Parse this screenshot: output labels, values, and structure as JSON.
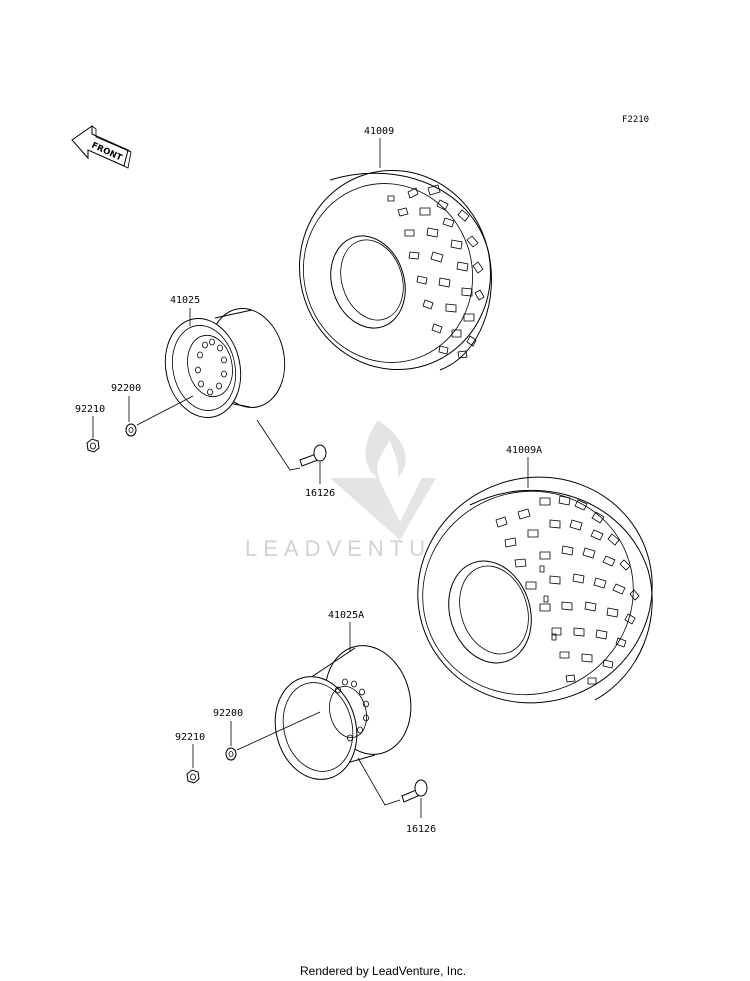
{
  "diagram": {
    "ref_code": "F2210",
    "front_label": "FRONT",
    "watermark": "LEADVENTURE",
    "footer": "Rendered by LeadVenture, Inc.",
    "parts": {
      "tire_front": "41009",
      "tire_rear": "41009A",
      "wheel_front": "41025",
      "wheel_rear": "41025A",
      "washer_front": "92200",
      "washer_rear": "92200",
      "nut_front": "92210",
      "nut_rear": "92210",
      "valve_front": "16126",
      "valve_rear": "16126"
    }
  }
}
